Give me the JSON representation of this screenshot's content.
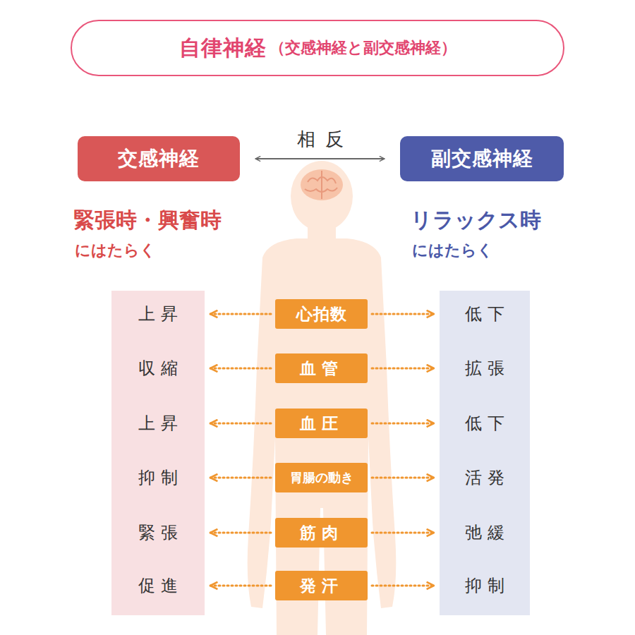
{
  "diagram": {
    "nodes": [
      {
        "text": [
          "自律神経",
          "（交感神経と副交感神経）"
        ]
      },
      {
        "text": [
          "交感神経"
        ]
      },
      {
        "text": [
          "副交感神経"
        ]
      },
      {
        "text": [
          "上昇",
          "収縮",
          "上昇",
          "抑制",
          "緊張",
          "促進"
        ]
      },
      {
        "text": [
          "低下",
          "拡張",
          "低下",
          "活発",
          "弛緩",
          "抑制"
        ]
      },
      {
        "text": [
          "心拍数"
        ]
      },
      {
        "text": [
          "血管"
        ]
      },
      {
        "text": [
          "血圧"
        ]
      },
      {
        "text": [
          "胃腸の動き"
        ]
      },
      {
        "text": [
          "筋肉"
        ]
      },
      {
        "text": [
          "発汗"
        ]
      }
    ],
    "edges": [
      {
        "from": 1,
        "to": 2,
        "label": "相反",
        "arrow": "both"
      },
      {
        "from": 5,
        "to": 3,
        "arrow": "to"
      },
      {
        "from": 5,
        "to": 4,
        "arrow": "to"
      },
      {
        "from": 6,
        "to": 3,
        "arrow": "to"
      },
      {
        "from": 6,
        "to": 4,
        "arrow": "to"
      },
      {
        "from": 7,
        "to": 3,
        "arrow": "to"
      },
      {
        "from": 7,
        "to": 4,
        "arrow": "to"
      },
      {
        "from": 8,
        "to": 3,
        "arrow": "to"
      },
      {
        "from": 8,
        "to": 4,
        "arrow": "to"
      },
      {
        "from": 9,
        "to": 3,
        "arrow": "to"
      },
      {
        "from": 9,
        "to": 4,
        "arrow": "to"
      },
      {
        "from": 10,
        "to": 3,
        "arrow": "to"
      },
      {
        "from": 10,
        "to": 4,
        "arrow": "to"
      }
    ],
    "labels": [
      "緊張時・興奮時",
      "にはたらく",
      "リラックス時",
      "にはたらく"
    ]
  }
}
